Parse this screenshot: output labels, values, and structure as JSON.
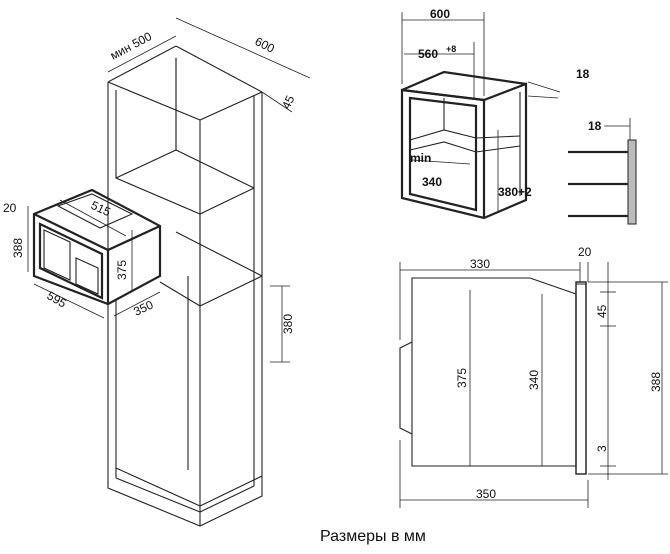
{
  "caption": "Размеры в мм",
  "cabinet_view": {
    "labels": {
      "min_depth": "мин 500",
      "width": "600",
      "offset_45": "45",
      "oven_frame": "20",
      "oven_depth": "515",
      "oven_height": "388",
      "inner_375": "375",
      "oven_width": "595",
      "oven_350": "350",
      "opening_380": "380"
    }
  },
  "niche_view": {
    "labels": {
      "width": "600",
      "inner_width": "560",
      "inner_width_tol": "+8",
      "wall_18_top": "18",
      "wall_18_side": "18",
      "min": "min",
      "depth_340": "340",
      "height": "380+2"
    }
  },
  "side_view": {
    "labels": {
      "depth_330": "330",
      "frame_20": "20",
      "top_45": "45",
      "height_375": "375",
      "height_340": "340",
      "height_388": "388",
      "bottom_3": "3",
      "bottom_350": "350"
    }
  }
}
